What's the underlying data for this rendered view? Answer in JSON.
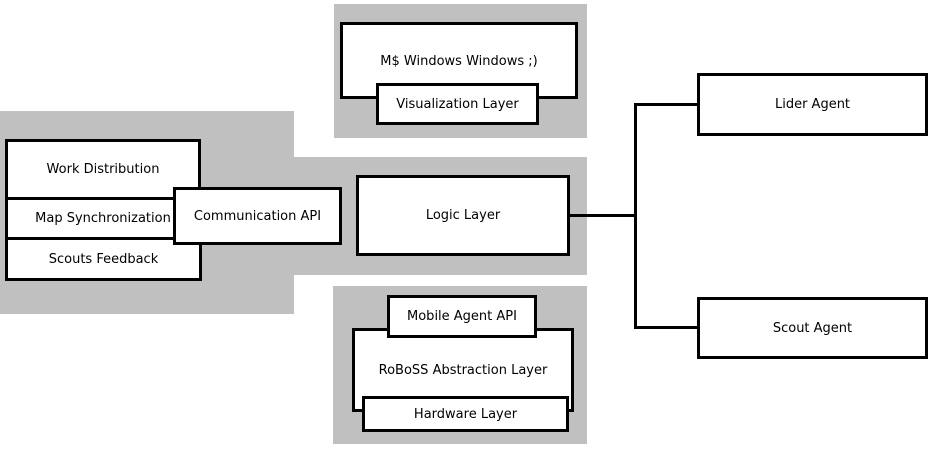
{
  "colors": {
    "background": "#ffffff",
    "panel": "#c0c0c0",
    "border": "#000000",
    "text": "#000000"
  },
  "visualization": {
    "windows": "M$ Windows Windows ;)",
    "layer": "Visualization Layer"
  },
  "communication": {
    "work_distribution": "Work Distribution",
    "map_synchronization": "Map Synchronization",
    "scouts_feedback": "Scouts Feedback",
    "api": "Communication API"
  },
  "logic": {
    "layer": "Logic Layer"
  },
  "roboss": {
    "mobile_agent_api": "Mobile Agent API",
    "abstraction_layer": "RoBoSS Abstraction Layer",
    "hardware_layer": "Hardware Layer"
  },
  "agents": {
    "lider": "Lider Agent",
    "scout": "Scout Agent"
  }
}
